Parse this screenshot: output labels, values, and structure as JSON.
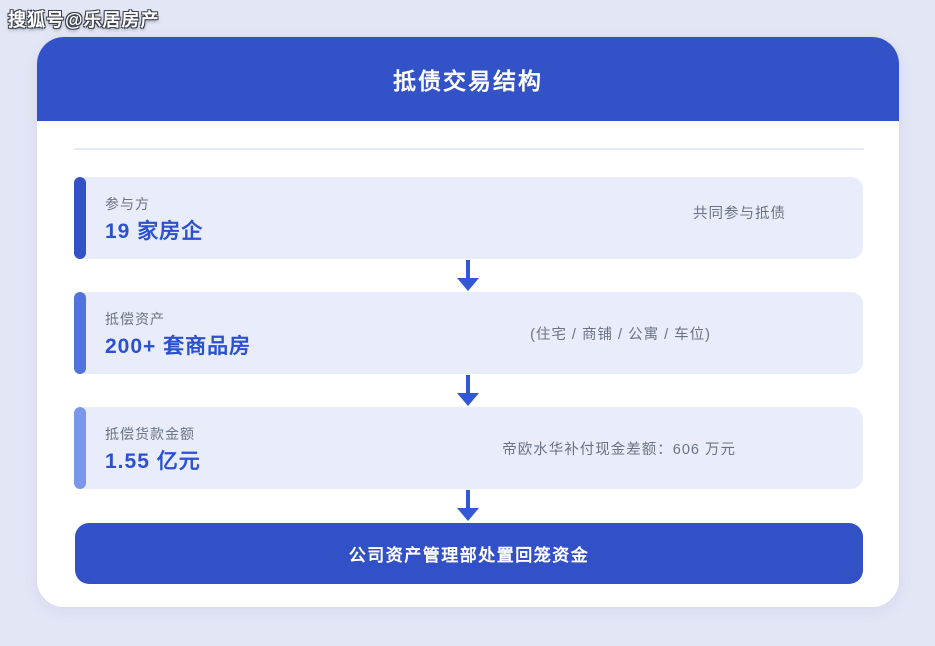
{
  "watermark": "搜狐号@乐居房产",
  "header": {
    "title": "抵债交易结构"
  },
  "flow": {
    "rows": [
      {
        "label": "参与方",
        "value": "19 家房企",
        "note": "共同参与抵债"
      },
      {
        "label": "抵偿资产",
        "value": "200+ 套商品房",
        "note": "(住宅 / 商铺 / 公寓 / 车位)"
      },
      {
        "label": "抵偿货款金额",
        "value": "1.55 亿元",
        "note": "帝欧水华补付现金差额：606 万元"
      }
    ],
    "result": "公司资产管理部处置回笼资金"
  },
  "icons": {
    "down_arrow": "down-arrow-icon"
  },
  "colors": {
    "page_bg": "#E3E6F5",
    "header_blue": "#3352C8",
    "result_blue": "#3351C6",
    "accent_row1": "#3351C8",
    "accent_row2": "#5273DC",
    "accent_row3": "#7B97EB",
    "value_blue": "#2B50D0",
    "row_bg": "#E9EDFB",
    "note_gray": "#6A7386",
    "arrow_blue": "#3358D4"
  }
}
